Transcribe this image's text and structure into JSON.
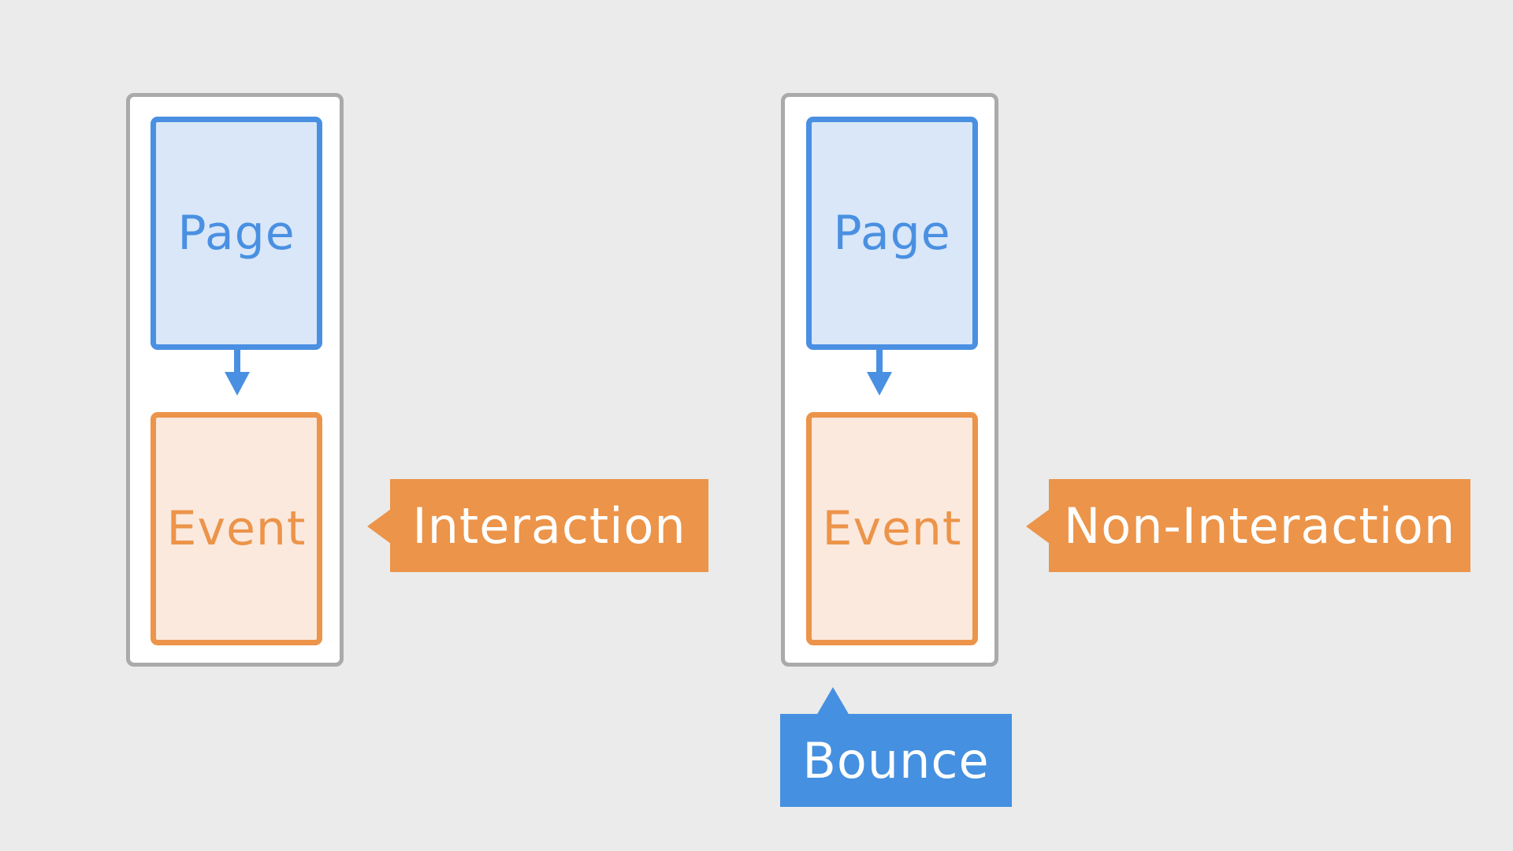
{
  "colors": {
    "background": "#ebebeb",
    "session_border": "#aaaaaa",
    "page_fill": "#d9e7f8",
    "page_accent": "#4a90e2",
    "event_fill": "#fbe9de",
    "event_accent": "#ec9449",
    "bounce_fill": "#4590e0"
  },
  "left": {
    "page_label": "Page",
    "event_label": "Event",
    "callout_label": "Interaction"
  },
  "right": {
    "page_label": "Page",
    "event_label": "Event",
    "callout_label": "Non-Interaction",
    "bounce_label": "Bounce"
  }
}
